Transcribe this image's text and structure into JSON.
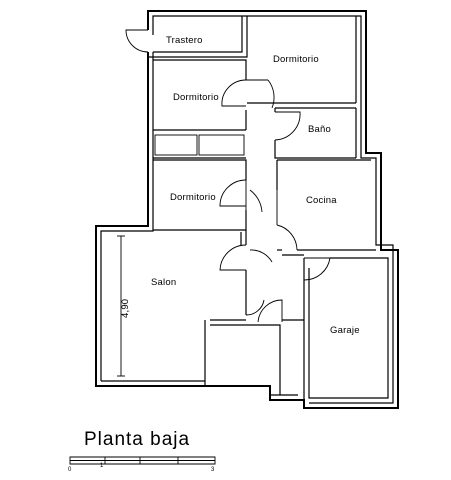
{
  "plan_title": "Planta baja",
  "rooms": {
    "trastero": "Trastero",
    "dormitorio_top_right": "Dormitorio",
    "dormitorio_left_upper": "Dormitorio",
    "bano": "Baño",
    "dormitorio_left_lower": "Dormitorio",
    "cocina": "Cocina",
    "salon": "Salon",
    "garaje": "Garaje"
  },
  "dimension_label": "4,90",
  "scale_bar": {
    "labels": [
      "0",
      "1",
      "3"
    ]
  }
}
